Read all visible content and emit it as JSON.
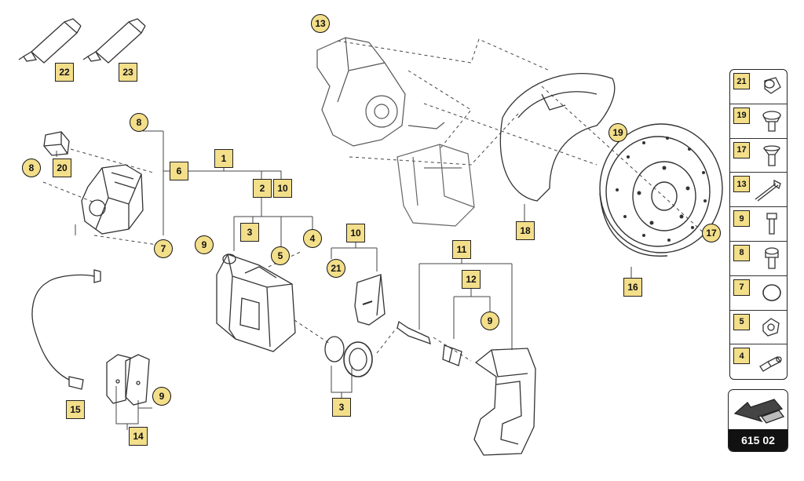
{
  "callouts": {
    "c1": "1",
    "c2": "2",
    "c3a": "3",
    "c3b": "3",
    "c4": "4",
    "c5": "5",
    "c6": "6",
    "c7": "7",
    "c8a": "8",
    "c8b": "8",
    "c9a": "9",
    "c9b": "9",
    "c9c": "9",
    "c10a": "10",
    "c10b": "10",
    "c11": "11",
    "c12": "12",
    "c13": "13",
    "c14": "14",
    "c15": "15",
    "c16": "16",
    "c17": "17",
    "c18": "18",
    "c19": "19",
    "c20": "20",
    "c21": "21",
    "c22": "22",
    "c23": "23"
  },
  "legend": [
    {
      "num": "21",
      "icon": "cap-icon"
    },
    {
      "num": "19",
      "icon": "torx-screw-icon"
    },
    {
      "num": "17",
      "icon": "countersunk-screw-icon"
    },
    {
      "num": "13",
      "icon": "long-bolt-icon"
    },
    {
      "num": "9",
      "icon": "bolt-icon"
    },
    {
      "num": "8",
      "icon": "socket-bolt-icon"
    },
    {
      "num": "7",
      "icon": "o-ring-icon"
    },
    {
      "num": "5",
      "icon": "clip-icon"
    },
    {
      "num": "4",
      "icon": "bleed-valve-icon"
    }
  ],
  "reference": {
    "code": "615 02"
  }
}
